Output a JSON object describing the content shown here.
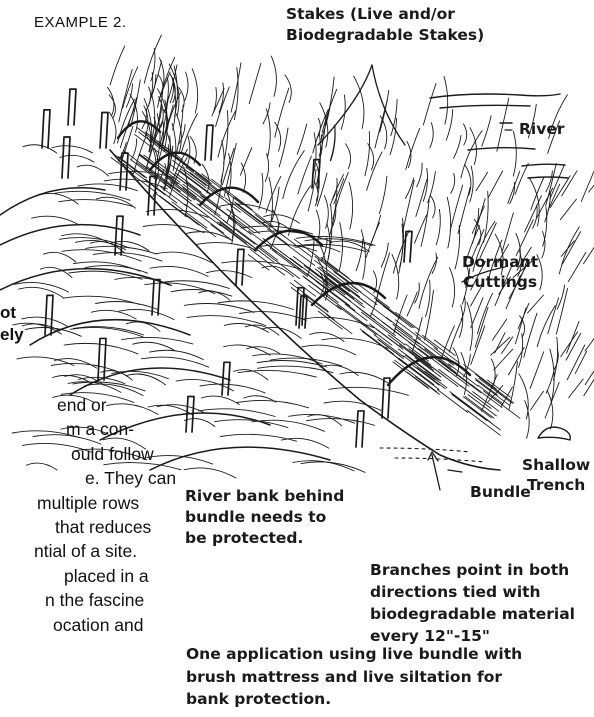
{
  "figure": {
    "example_label": "EXAMPLE 2.",
    "labels": {
      "stakes": "Stakes (Live and/or\nBiodegradable Stakes)",
      "river": "River",
      "dormant_cuttings": "Dormant\nCuttings",
      "shallow_trench": "Shallow\nTrench",
      "bundle": "Bundle",
      "river_bank": "River bank behind\nbundle needs to\nbe protected.",
      "branches": "Branches point in both\ndirections tied with\nbiodegradable material\nevery 12\"-15\""
    },
    "caption": "One application using live bundle with\nbrush mattress and live siltation for\nbank protection."
  },
  "body_text": {
    "fragment_heading_1": "ot",
    "fragment_heading_2": "ely",
    "lines": [
      "end or",
      "m a con-",
      "ould follow",
      "e. They can",
      "multiple rows",
      "that reduces",
      "ntial of a site.",
      "placed in a",
      "n the fascine",
      "ocation and"
    ]
  }
}
